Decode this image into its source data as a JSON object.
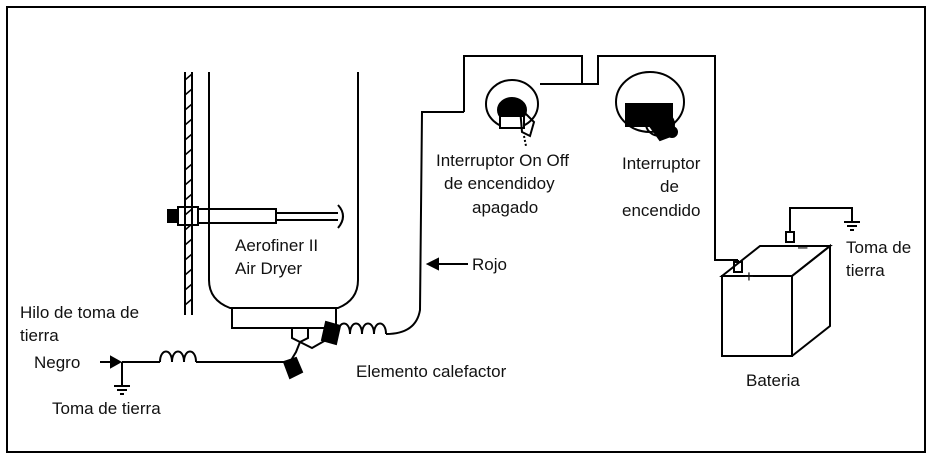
{
  "labels": {
    "dryer_line1": "Aerofiner II",
    "dryer_line2": "Air Dryer",
    "ground_wire_line1": "Hilo de toma de",
    "ground_wire_line2": "tierra",
    "black": "Negro",
    "ground_left": "Toma de tierra",
    "heater_element": "Elemento calefactor",
    "red": "Rojo",
    "switch1_line1": "Interruptor On Off",
    "switch1_line2": "de encendidoy",
    "switch1_line3": "apagado",
    "switch2_line1": "Interruptor",
    "switch2_line2": "de",
    "switch2_line3": "encendido",
    "battery": "Bateria",
    "ground_right_line1": "Toma de",
    "ground_right_line2": "tierra"
  },
  "colors": {
    "line": "#000000",
    "background": "#ffffff"
  }
}
